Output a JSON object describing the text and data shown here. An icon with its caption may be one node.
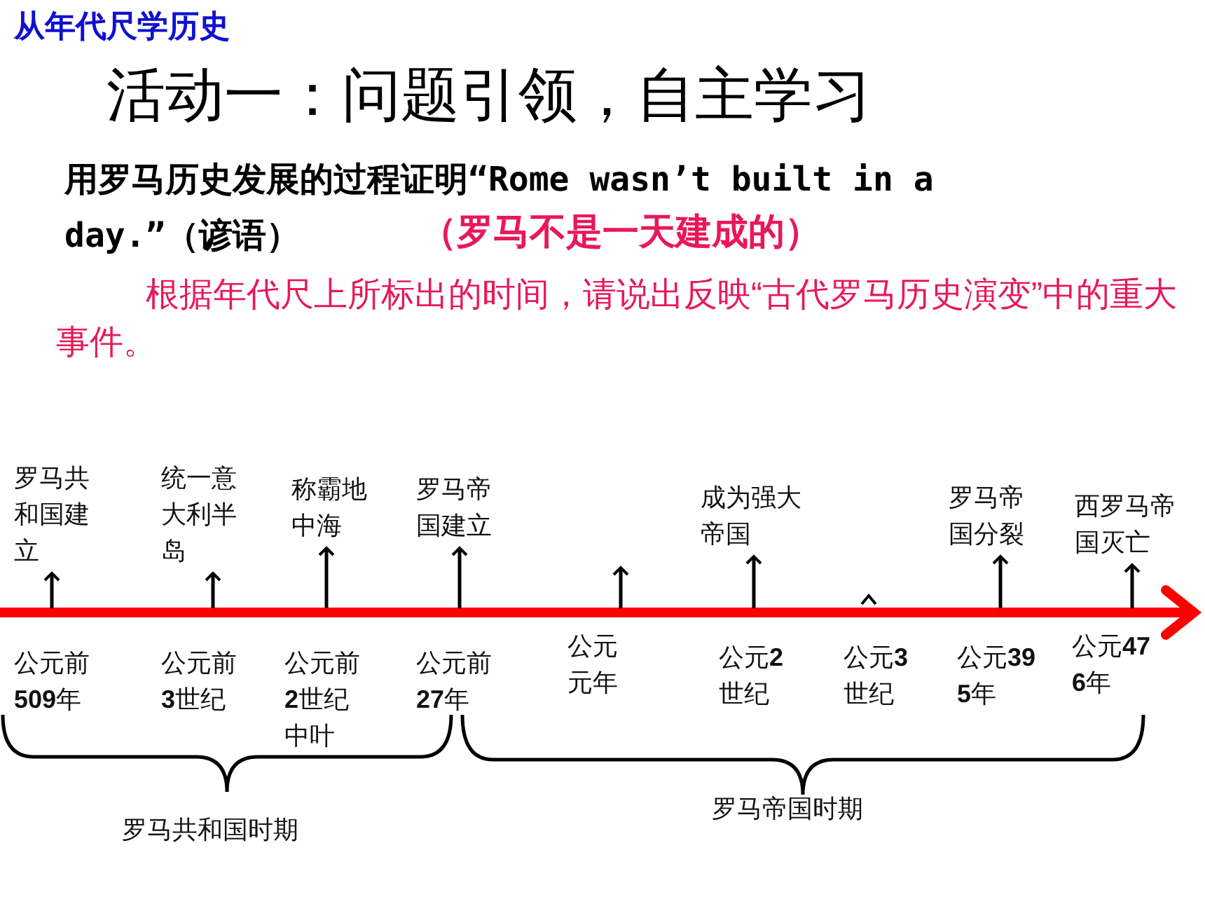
{
  "diagram": {
    "title": "活动一：问题引领，自主学习",
    "nodes": [
      {
        "text": [
          "罗马共和国建立"
        ]
      },
      {
        "text": [
          "统一意大利半岛"
        ]
      },
      {
        "text": [
          "称霸地中海"
        ]
      },
      {
        "text": [
          "罗马帝国建立"
        ]
      },
      {
        "text": [
          "成为强大帝国"
        ]
      },
      {
        "text": [
          "罗马帝国分裂"
        ]
      },
      {
        "text": [
          "西罗马帝国灭亡"
        ]
      }
    ],
    "edges": [
      {
        "from": null,
        "to": 0,
        "arrow": "to"
      },
      {
        "from": null,
        "to": 1,
        "arrow": "to"
      },
      {
        "from": null,
        "to": 2,
        "arrow": "to"
      },
      {
        "from": null,
        "to": 3,
        "arrow": "to"
      },
      {
        "from": null,
        "to": 4,
        "arrow": "to"
      },
      {
        "from": null,
        "to": 5,
        "arrow": "to"
      },
      {
        "from": null,
        "to": 6,
        "arrow": "to"
      }
    ],
    "labels": [
      "从年代尺学历史",
      "用罗马历史发展的过程证明“Rome wasn’t built in a day.”（谚语）",
      "（罗马不是一天建成的）",
      "根据年代尺上所标出的时间，请说出反映“古代罗马历史演变”中的重大事件。",
      "公元前**509**年",
      "公元前**3**世纪",
      "公元前**2**世纪中叶",
      "公元前**27**年",
      "公元元年",
      "公元**2**世纪",
      "公元**3**世纪",
      "公元**395**年",
      "公元**476**年",
      "罗马共和国时期",
      "罗马帝国时期"
    ]
  }
}
